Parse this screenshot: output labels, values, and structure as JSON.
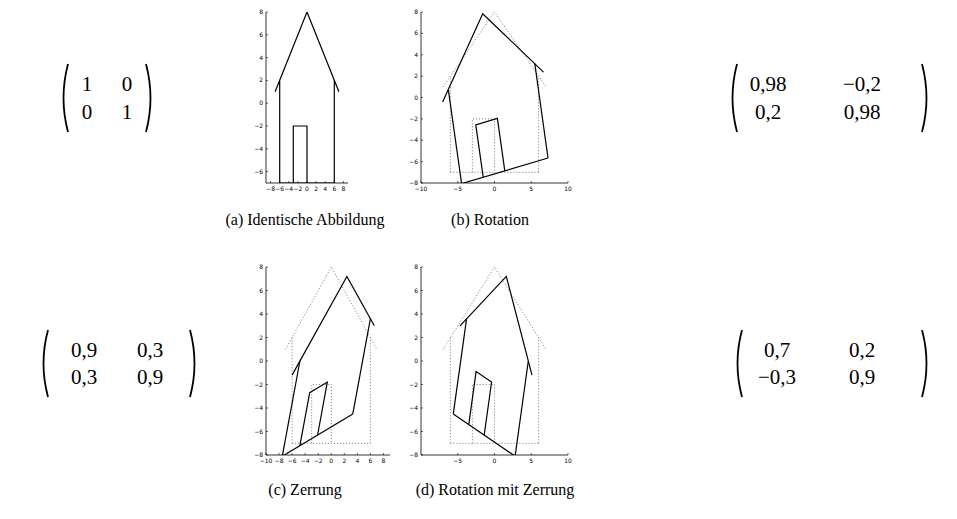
{
  "diagram": {
    "labels": [
      "1",
      "0",
      "0",
      "1",
      "8",
      "6",
      "4",
      "2",
      "0",
      "−2",
      "−4",
      "−6",
      "−8",
      "−6",
      "−4",
      "−2",
      "0",
      "2",
      "4",
      "6",
      "8",
      "(a) Identische Abbildung",
      "8",
      "6",
      "4",
      "2",
      "0",
      "−2",
      "−4",
      "−6",
      "−8",
      "−10",
      "−5",
      "0",
      "5",
      "10",
      "(b) Rotation",
      "0,98",
      "−0,2",
      "0,2",
      "0,98",
      "0,9",
      "0,3",
      "0,3",
      "0,9",
      "8",
      "6",
      "4",
      "2",
      "0",
      "−2",
      "−4",
      "−6",
      "−8",
      "−10",
      "−8",
      "−6",
      "−4",
      "−2",
      "0",
      "2",
      "4",
      "6",
      "8",
      "(c) Zerrung",
      "8",
      "6",
      "4",
      "2",
      "0",
      "−2",
      "−4",
      "−6",
      "−8",
      "−5",
      "0",
      "5",
      "10",
      "(d) Rotation mit Zerrung",
      "0,7",
      "0,2",
      "−0,3",
      "0,9"
    ]
  }
}
